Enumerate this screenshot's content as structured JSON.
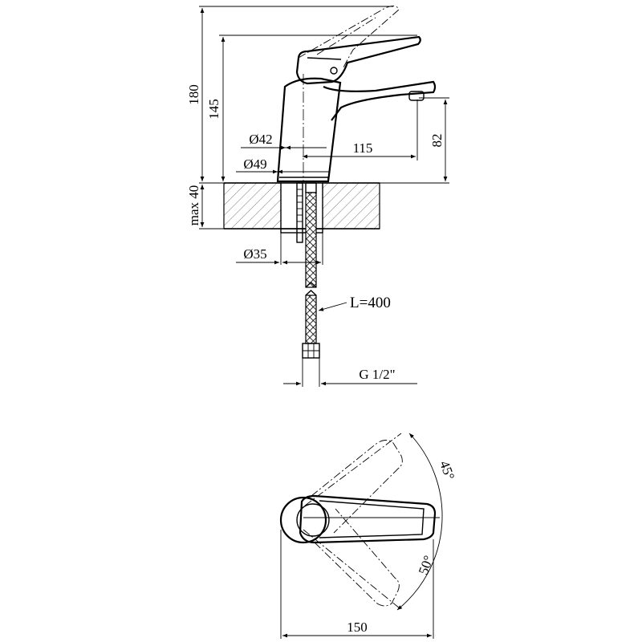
{
  "dimensions": {
    "total_height": "180",
    "lever_height": "145",
    "spout_height": "82",
    "spout_reach": "115",
    "body_diameter": "Ø42",
    "base_diameter": "Ø49",
    "mounting_thickness": "max 40",
    "hole_diameter": "Ø35",
    "hose_length": "L=400",
    "thread": "G 1/2\"",
    "angle_up": "45°",
    "angle_down": "50°",
    "top_view_length": "150"
  }
}
